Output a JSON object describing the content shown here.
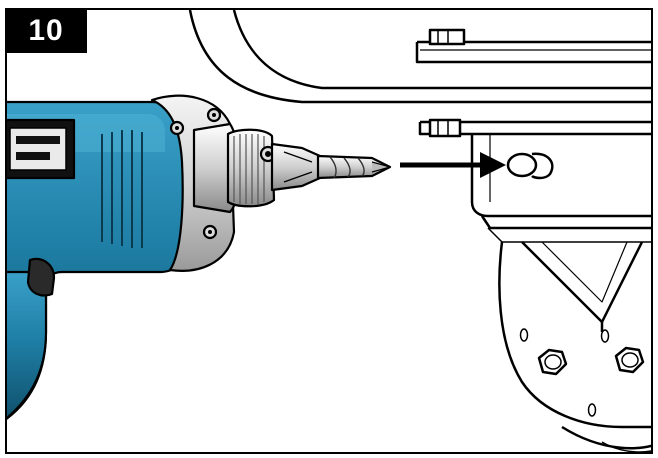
{
  "step": {
    "number": "10"
  },
  "illustration": {
    "subject": "drill-with-bit",
    "target": "caster-bracket-hole",
    "arrow_direction": "right",
    "colors": {
      "drill_body": "#1f7fa6",
      "drill_dark": "#0f4f6a",
      "metal_light": "#e6e6e6",
      "metal_mid": "#b4b4b4",
      "outline": "#000000"
    }
  }
}
